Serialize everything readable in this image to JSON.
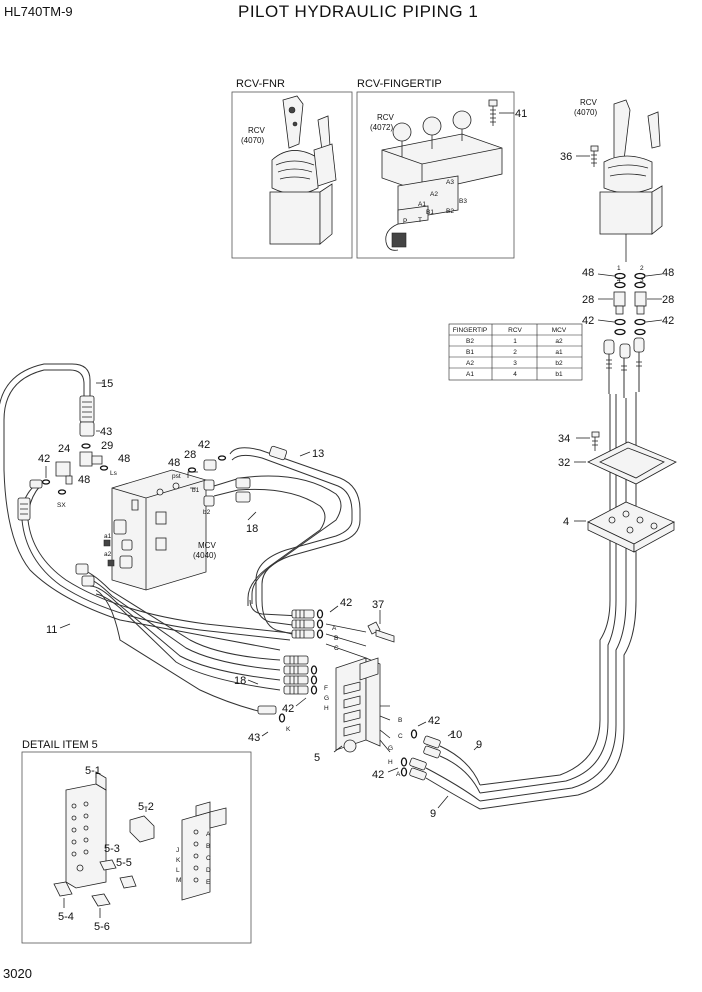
{
  "header": {
    "model": "HL740TM-9",
    "title": "PILOT HYDRAULIC PIPING 1"
  },
  "page_number": "3020",
  "insets": {
    "fnr": {
      "title": "RCV-FNR",
      "part_label": "RCV",
      "part_code": "(4070)"
    },
    "fingertip": {
      "title": "RCV-FINGERTIP",
      "part_label": "RCV",
      "part_code": "(4072)",
      "port_labels": [
        "A3",
        "A2",
        "A1",
        "B1",
        "B2",
        "B3",
        "P",
        "T"
      ]
    }
  },
  "rcv_main": {
    "part_label": "RCV",
    "part_code": "(4070)",
    "port_numbers": [
      "1",
      "2",
      "3",
      "4"
    ]
  },
  "mcv": {
    "part_label": "MCV",
    "part_code": "(4040)",
    "port_labels": [
      "pst",
      "b1",
      "b2",
      "a1",
      "a2",
      "Ls",
      "SX"
    ]
  },
  "mapping_table": {
    "headers": [
      "FINGERTIP",
      "RCV",
      "MCV"
    ],
    "rows": [
      [
        "B2",
        "1",
        "a2"
      ],
      [
        "B1",
        "2",
        "a1"
      ],
      [
        "A2",
        "3",
        "b2"
      ],
      [
        "A1",
        "4",
        "b1"
      ]
    ]
  },
  "callouts": [
    "41",
    "36",
    "48",
    "48",
    "28",
    "28",
    "42",
    "42",
    "34",
    "32",
    "4",
    "15",
    "43",
    "24",
    "42",
    "29",
    "48",
    "48",
    "28",
    "42",
    "13",
    "18",
    "11",
    "42",
    "37",
    "18",
    "42",
    "43",
    "5",
    "42",
    "10",
    "9",
    "42",
    "9"
  ],
  "hose_ports": {
    "upper": [
      "A",
      "B",
      "C"
    ],
    "lower": [
      "F",
      "G",
      "H"
    ],
    "k": "K",
    "right": [
      "B",
      "C",
      "G",
      "H"
    ],
    "lower_right": [
      "A"
    ]
  },
  "detail": {
    "title": "DETAIL ITEM 5",
    "items": [
      "5-1",
      "5-2",
      "5-3",
      "5-5",
      "5-4",
      "5-6"
    ],
    "letters_right": [
      "A",
      "B",
      "C",
      "D",
      "E"
    ],
    "letters_left": [
      "J",
      "K",
      "L",
      "M"
    ]
  }
}
